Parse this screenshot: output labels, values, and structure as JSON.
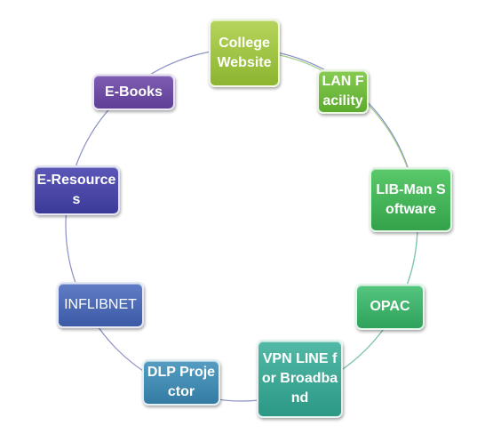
{
  "nodes": {
    "college_website": "College Website",
    "lan_facility": "LAN Facility",
    "libman_software": "LIB-Man Software",
    "opac": "OPAC",
    "vpn_line": "VPN LINE for Broadband",
    "dlp_projector": "DLP Projector",
    "inflibnet": "INFLIBNET",
    "e_resources": "E-Resources",
    "e_books": "E-Books"
  },
  "colors": {
    "college_website": "#9bc23f",
    "lan_facility": "#6dbb3c",
    "libman_software": "#3fb555",
    "opac": "#3db46c",
    "vpn_line": "#3aa995",
    "dlp_projector": "#428bb3",
    "inflibnet": "#4a69b5",
    "e_resources": "#4846a8",
    "e_books": "#6d4ea4"
  }
}
